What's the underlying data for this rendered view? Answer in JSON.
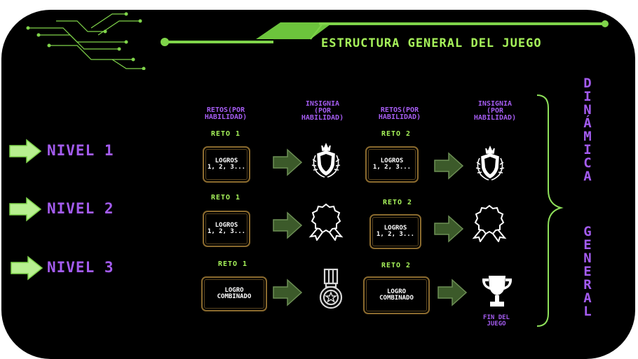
{
  "title": "ESTRUCTURA GENERAL DEL JUEGO",
  "column_headers": {
    "retos": "RETOS(POR\nHABILIDAD)",
    "insignia": "INSIGNIA\n(POR\nHABILIDAD)"
  },
  "levels": [
    {
      "label": "NIVEL 1",
      "reto_a": "RETO 1",
      "box_a": "LOGROS\n1, 2, 3...",
      "reto_b": "RETO 2",
      "box_b": "LOGROS\n1, 2, 3..."
    },
    {
      "label": "NIVEL 2",
      "reto_a": "RETO 1",
      "box_a": "LOGROS\n1, 2, 3...",
      "reto_b": "RETO 2",
      "box_b": "LOGROS\n1, 2, 3..."
    },
    {
      "label": "NIVEL 3",
      "reto_a": "RETO 1",
      "box_a": "LOGRO\nCOMBINADO",
      "reto_b": "RETO 2",
      "box_b": "LOGRO\nCOMBINADO"
    }
  ],
  "side_label_top": [
    "D",
    "I",
    "N",
    "Á",
    "M",
    "I",
    "C",
    "A"
  ],
  "side_label_bottom": [
    "G",
    "E",
    "N",
    "E",
    "R",
    "A",
    "L"
  ],
  "fin_label": "FIN DEL\nJUEGO",
  "colors": {
    "purple": "#a45cf0",
    "green": "#a6f25a",
    "gold": "#8a6a2e"
  },
  "icons": [
    "crest-badge-icon",
    "rosette-badge-icon",
    "medal-icon",
    "trophy-icon",
    "arrow-right-icon",
    "circuit-decoration"
  ]
}
